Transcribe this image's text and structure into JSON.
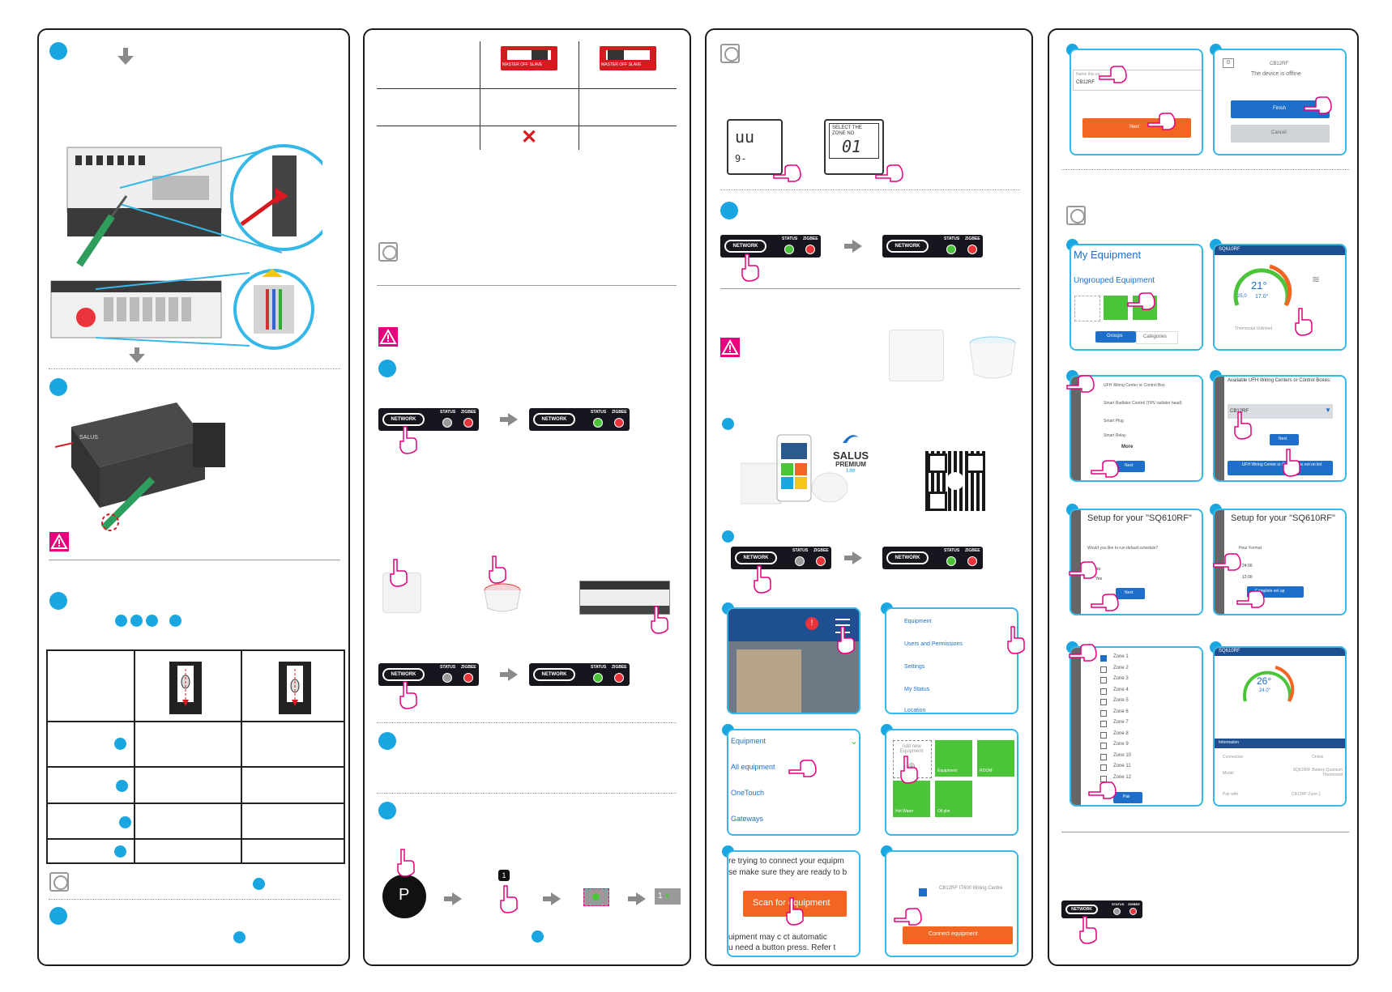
{
  "colors": {
    "accent": "#1aa6e0",
    "warning": "#e5007e",
    "orange": "#f26522",
    "blue": "#1d6fc9",
    "led_red": "#e8343a",
    "led_green": "#4cc43a",
    "led_grey": "#9a9a9a",
    "cyan_border": "#35b8e8"
  },
  "icons": [
    "info-icon",
    "warning-icon",
    "hand-press-icon",
    "arrow-right-icon",
    "arrow-down-icon",
    "screwdriver-icon",
    "checkbox-icon",
    "hamburger-menu-icon",
    "cross-icon"
  ],
  "panel2": {
    "table_header": [
      "MASTER",
      "OFF",
      "SLAVE"
    ],
    "cross": "✕"
  },
  "netbar": {
    "network": "NETWORK",
    "status": "STATUS",
    "zigbee": "ZIGBEE"
  },
  "panel3": {
    "thermostat_screen": "SELECT THE ZONE NO",
    "thermostat_digits": "01",
    "brand": "SALUS",
    "brand_sub": "PREMIUM",
    "brand_lite": "Lite",
    "menu_items": [
      "Equipment",
      "Users and Permissions",
      "Settings",
      "My Status",
      "Location"
    ],
    "equipment_list": [
      "Equipment",
      "All equipment",
      "OneTouch",
      "Gateways"
    ],
    "add_new": "Add new Equipment",
    "tile_labels": [
      "Add new Equipment",
      "Equipment",
      "ROOM",
      "Hot Water",
      "Oil plot"
    ],
    "connect_text_1": "re trying to connect your equipm",
    "connect_text_2": "se make sure they are ready to b",
    "scan_button": "Scan for equipment",
    "connect_text_3": "uipment may c     ct automatic",
    "connect_text_4": "u need a button press. Refer t",
    "found_device": "CB12RF IT600 Wiring Centre",
    "connect_button": "Connect equipment"
  },
  "panel4": {
    "name_label": "Name this eq",
    "name_value": "CB12RF",
    "next": "Next",
    "offline_title": "CB12RF",
    "offline_msg": "The device is offline",
    "finish": "Finish",
    "cancel": "Cancel",
    "my_equipment": "My Equipment",
    "ungrouped": "Ungrouped Equipment",
    "groups": "Groups",
    "categories": "Categories",
    "device_name": "SQ610RF",
    "temp_main": "21°",
    "temp_a": "25.0",
    "temp_b": "17.0°",
    "thermo_unlinked": "Thermostat Unlinked",
    "device_types": [
      "UFH Wiring Center or Control Box",
      "Smart Radiator Control (TRV radiator head)",
      "Smart Plug",
      "Smart Relay"
    ],
    "more": "More",
    "available_title": "Available UFH Wiring Centers or Control Boxes:",
    "available_value": "CB12RF",
    "not_on_list": "UFH Wiring Center or Control Box not on list",
    "setup_title": "Setup for your \"SQ610RF\"",
    "schedule_q": "Would you like to run default schedule?",
    "no": "No",
    "yes": "Yes",
    "hour_format": "Hour Format",
    "h24": "24:00",
    "h12": "12:00",
    "complete": "Complete set up",
    "zones": [
      "Zone 1",
      "Zone 2",
      "Zone 3",
      "Zone 4",
      "Zone 5",
      "Zone 6",
      "Zone 7",
      "Zone 8",
      "Zone 9",
      "Zone 10",
      "Zone 11",
      "Zone 12"
    ],
    "pair": "Pair",
    "temp2": "26°",
    "temp2_a": "24.0°",
    "info_label": "Information",
    "info_rows": [
      [
        "Connection",
        "Online"
      ],
      [
        "Model",
        "SQ610RF Battery Quantum Thermostat"
      ],
      [
        "Pair with",
        "CB12RF Zone 1"
      ]
    ]
  }
}
